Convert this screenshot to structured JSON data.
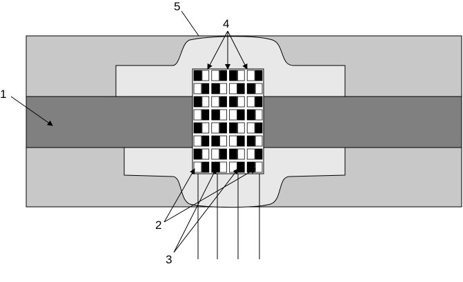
{
  "labels": {
    "l1": "1",
    "l2": "2",
    "l3": "3",
    "l4": "4",
    "l5": "5"
  },
  "colors": {
    "outer_block": "#c8c8c8",
    "inner_region": "#e8e8e8",
    "central_band": "#808080",
    "cell_dark": "#000000",
    "cell_light": "#ffffff",
    "outline": "#000000"
  },
  "grid": {
    "columns": 4,
    "rows": 8
  }
}
